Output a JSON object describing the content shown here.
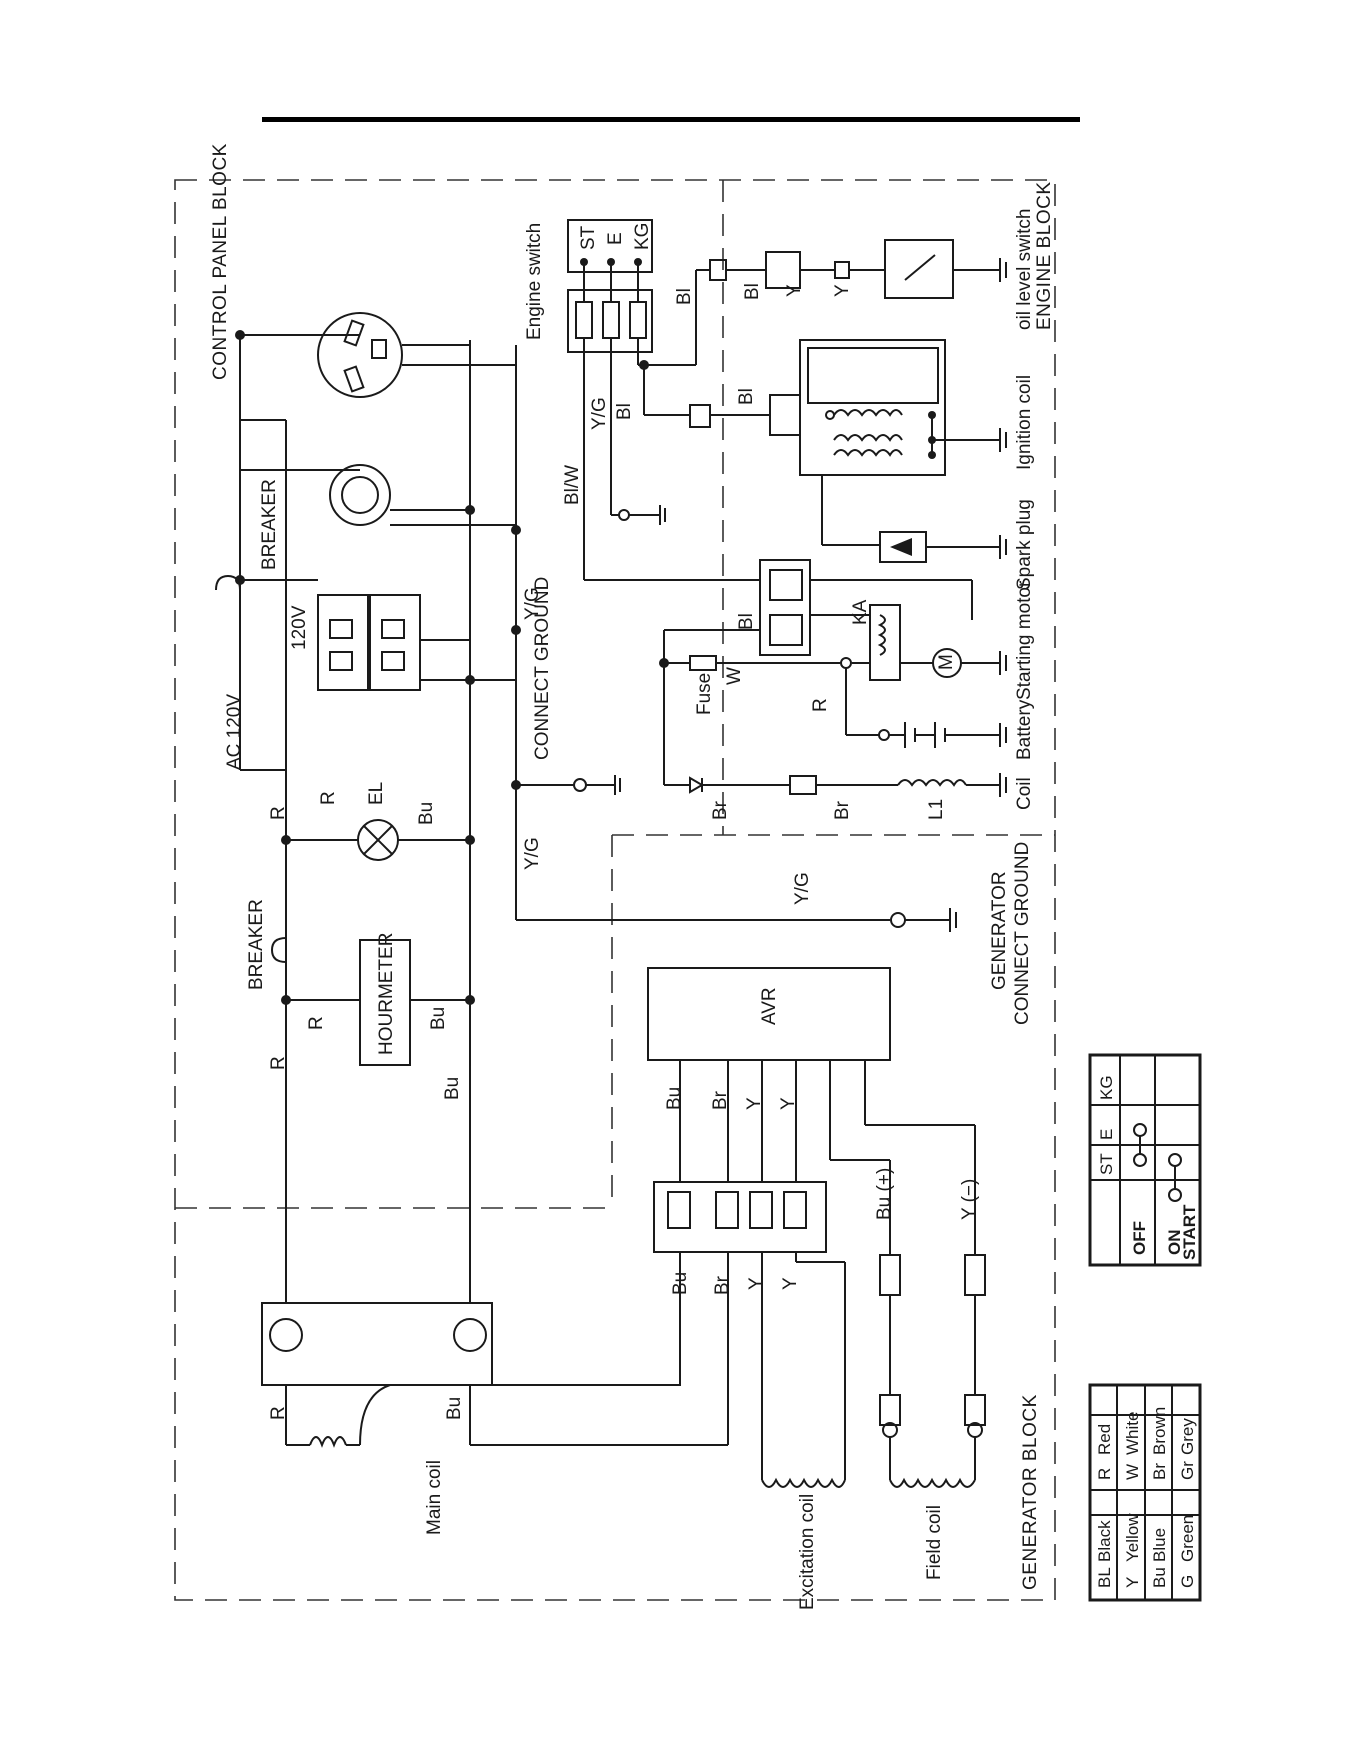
{
  "blocks": {
    "control_panel": "CONTROL PANEL BLOCK",
    "engine": "ENGINE BLOCK",
    "generator": "GENERATOR BLOCK"
  },
  "components": {
    "engine_switch": "Engine switch",
    "switch_terminals": [
      "ST",
      "E",
      "KG"
    ],
    "oil_level_switch": "oil level switch",
    "ignition_coil": "Ignition coil",
    "spark_plug": "Spark plug",
    "starting_motor": "Starting motor",
    "motor_symbol": "M",
    "battery": "Battery",
    "coil": "Coil",
    "coil_ref": "L1",
    "fuse": "Fuse",
    "relay": "KA",
    "breaker_top": "BREAKER",
    "breaker_mid": "BREAKER",
    "ac_120v": "AC 120V",
    "receptacle_120v": "120V",
    "connect_ground": "CONNECT GROUND",
    "generator_connect_ground_1": "GENERATOR",
    "generator_connect_ground_2": "CONNECT GROUND",
    "lamp": "EL",
    "hourmeter": "HOURMETER",
    "avr": "AVR",
    "main_coil": "Main coil",
    "excitation_coil": "Excitation coil",
    "field_coil": "Field coil"
  },
  "wire_labels": {
    "bl": "Bl",
    "bl_w": "Bl/W",
    "y_g": "Y/G",
    "y": "Y",
    "w": "W",
    "r": "R",
    "br": "Br",
    "bu": "Bu",
    "bu_plus": "Bu (+)",
    "y_minus": "Y (−)"
  },
  "color_legend": [
    {
      "code": "BL",
      "name": "Black"
    },
    {
      "code": "R",
      "name": "Red"
    },
    {
      "code": "Y",
      "name": "Yellow"
    },
    {
      "code": "W",
      "name": "White"
    },
    {
      "code": "Bu",
      "name": "Blue"
    },
    {
      "code": "Br",
      "name": "Brown"
    },
    {
      "code": "G",
      "name": "Green"
    },
    {
      "code": "Gr",
      "name": "Grey"
    }
  ],
  "switch_table": {
    "columns": [
      "KG",
      "E",
      "ST"
    ],
    "rows": [
      "OFF",
      "ON",
      "START"
    ]
  }
}
